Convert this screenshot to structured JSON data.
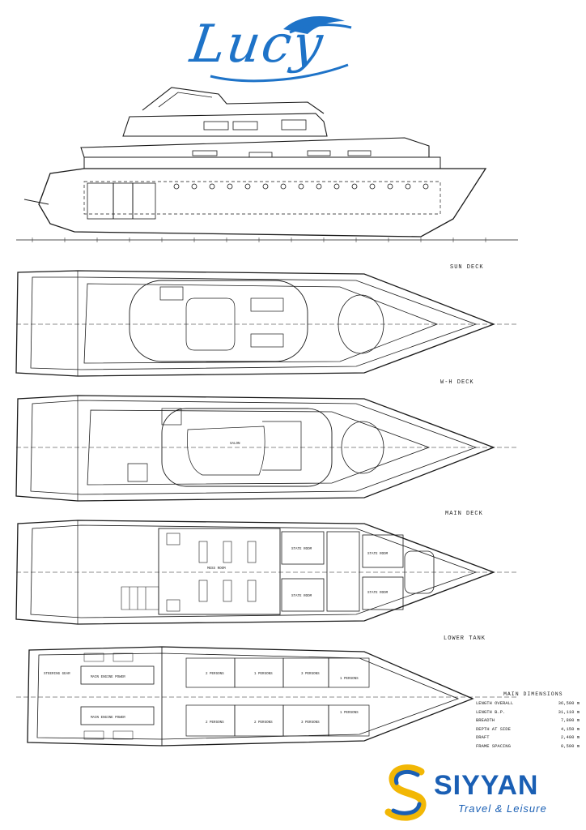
{
  "title": "Lucy",
  "decks": {
    "sun": "SUN DECK",
    "wh": "W-H DECK",
    "main": "MAIN DECK",
    "lower": "LOWER TANK"
  },
  "rooms": {
    "salon": "SALON",
    "mess_room": "MESS ROOM",
    "state_room": "STATE ROOM",
    "steering_gear": "STEERING GEAR",
    "main_engine_power": "MAIN ENGINE POWER",
    "persons_2": "2 PERSONS",
    "persons_3": "3 PERSONS",
    "persons_1": "1 PERSONS"
  },
  "dimensions": {
    "title": "MAIN DIMENSIONS",
    "rows": [
      {
        "label": "LENGTH OVERALL",
        "value": "36,500 m"
      },
      {
        "label": "LENGTH B.P.",
        "value": "31,110 m"
      },
      {
        "label": "BREADTH",
        "value": "7,800 m"
      },
      {
        "label": "DEPTH AT SIDE",
        "value": "4,150 m"
      },
      {
        "label": "DRAFT",
        "value": "2,400 m"
      },
      {
        "label": "FRAME SPACING",
        "value": "0,500 m"
      }
    ]
  },
  "brand": {
    "name": "SIYYAN",
    "tagline": "Travel & Leisure",
    "color": "#1a5fb4"
  },
  "accent": "#1e73c8"
}
